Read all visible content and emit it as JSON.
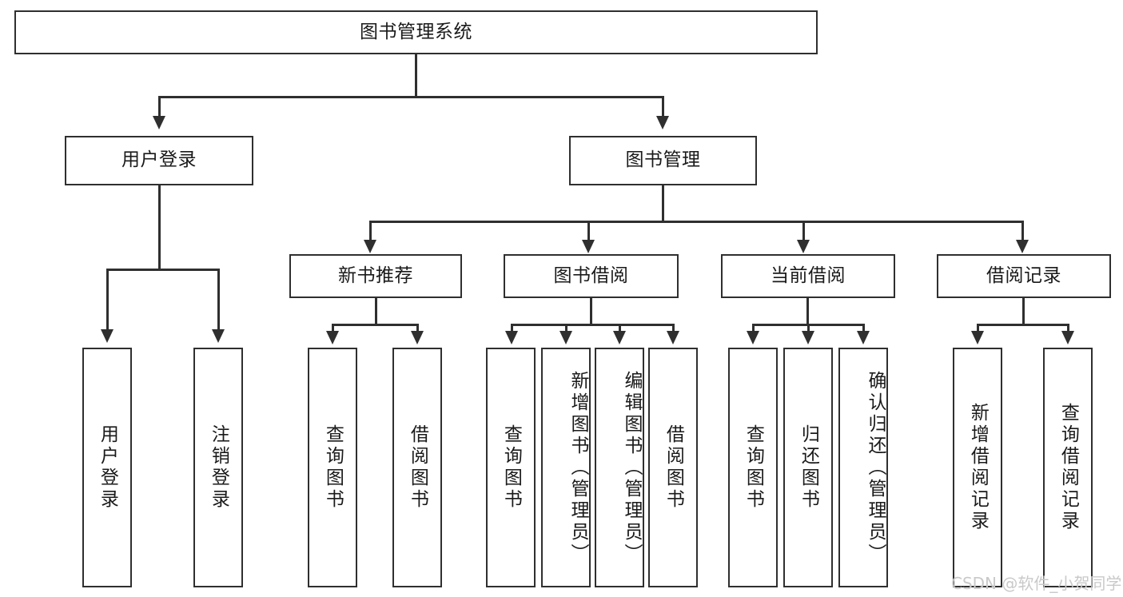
{
  "diagram": {
    "title": "图书管理系统",
    "type": "tree",
    "root": {
      "label": "图书管理系统"
    },
    "level2": [
      {
        "label": "用户登录"
      },
      {
        "label": "图书管理"
      }
    ],
    "level3": [
      {
        "label": "新书推荐"
      },
      {
        "label": "图书借阅"
      },
      {
        "label": "当前借阅"
      },
      {
        "label": "借阅记录"
      }
    ],
    "leaves": {
      "user_login": [
        {
          "label": "用户登录"
        },
        {
          "label": "注销登录"
        }
      ],
      "new_book_recommend": [
        {
          "label": "查询图书"
        },
        {
          "label": "借阅图书"
        }
      ],
      "book_borrow": [
        {
          "label": "查询图书"
        },
        {
          "label": "新增图书（管理员）"
        },
        {
          "label": "编辑图书（管理员）"
        },
        {
          "label": "借阅图书"
        }
      ],
      "current_borrow": [
        {
          "label": "查询图书"
        },
        {
          "label": "归还图书"
        },
        {
          "label": "确认归还（管理员）"
        }
      ],
      "borrow_record": [
        {
          "label": "新增借阅记录"
        },
        {
          "label": "查询借阅记录"
        }
      ]
    }
  },
  "watermark": {
    "text": "CSDN @软件_小贺同学"
  },
  "colors": {
    "line": "#2f2f2f",
    "box_fill": "#ffffff",
    "watermark": "#c9c9c9"
  }
}
